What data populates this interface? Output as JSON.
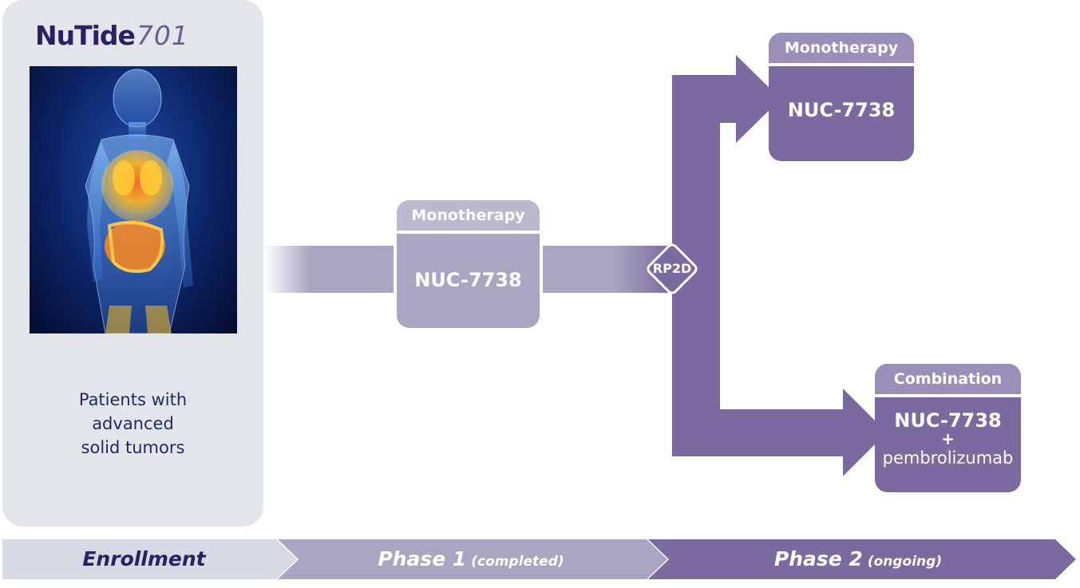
{
  "logo": {
    "brand": "NuTide",
    "number": "701"
  },
  "enrollment_panel": {
    "patients_lines": [
      "Patients with",
      "advanced",
      "solid tumors"
    ]
  },
  "phase1_box": {
    "header": "Monotherapy",
    "drug": "NUC-7738"
  },
  "rp2d": {
    "label": "RP2D"
  },
  "phase2_mono_box": {
    "header": "Monotherapy",
    "drug": "NUC-7738"
  },
  "phase2_combo_box": {
    "header": "Combination",
    "drug": "NUC-7738",
    "plus": "+",
    "partner": "pembrolizumab"
  },
  "timeline": {
    "enrollment": "Enrollment",
    "phase1": "Phase 1",
    "phase1_status": "(completed)",
    "phase2": "Phase 2",
    "phase2_status": "(ongoing)"
  },
  "colors": {
    "phase1": "#a9a6c1",
    "phase2": "#7b6a9f",
    "panel": "#e2e6eb",
    "navy": "#1d2b5e"
  }
}
